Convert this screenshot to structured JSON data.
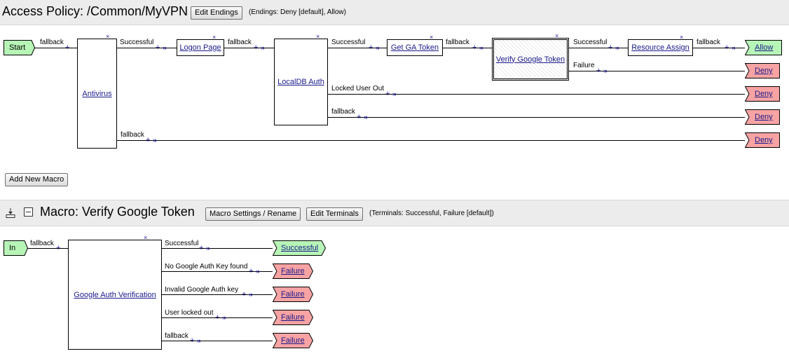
{
  "policy": {
    "title": "Access Policy: /Common/MyVPN",
    "edit_endings_label": "Edit Endings",
    "endings_note": "(Endings: Deny [default], Allow)",
    "add_macro_label": "Add New Macro",
    "start_label": "Start",
    "nodes": {
      "antivirus": "Antivirus",
      "logon": "Logon Page",
      "localdb": "LocalDB Auth",
      "getga": "Get GA Token",
      "verify": "Verify Google Token",
      "resource": "Resource Assign"
    },
    "branches": {
      "start_fallback": "fallback",
      "av_successful": "Successful",
      "av_fallback": "fallback",
      "logon_fallback": "fallback",
      "ldb_successful": "Successful",
      "ldb_locked": "Locked User Out",
      "ldb_fallback": "fallback",
      "getga_fallback": "fallback",
      "verify_successful": "Successful",
      "verify_failure": "Failure",
      "resource_fallback": "fallback"
    },
    "endings": {
      "allow": "Allow",
      "deny1": "Deny",
      "deny2": "Deny",
      "deny3": "Deny",
      "deny4": "Deny"
    }
  },
  "macro": {
    "title": "Macro: Verify Google Token",
    "settings_label": "Macro Settings / Rename",
    "edit_terminals_label": "Edit Terminals",
    "terminals_note": "(Terminals: Successful, Failure [default])",
    "in_label": "In",
    "node": "Google Auth Verification",
    "branches": {
      "in_fallback": "fallback",
      "successful": "Successful",
      "no_key": "No Google Auth Key found",
      "invalid_key": "Invalid Google Auth key",
      "locked": "User locked out",
      "fallback": "fallback"
    },
    "terminals": {
      "successful": "Successful",
      "failure1": "Failure",
      "failure2": "Failure",
      "failure3": "Failure",
      "failure4": "Failure"
    }
  },
  "colors": {
    "allow_fill": "#b7f5b7",
    "deny_fill": "#f7a3a3",
    "link": "#1a1a8c"
  }
}
